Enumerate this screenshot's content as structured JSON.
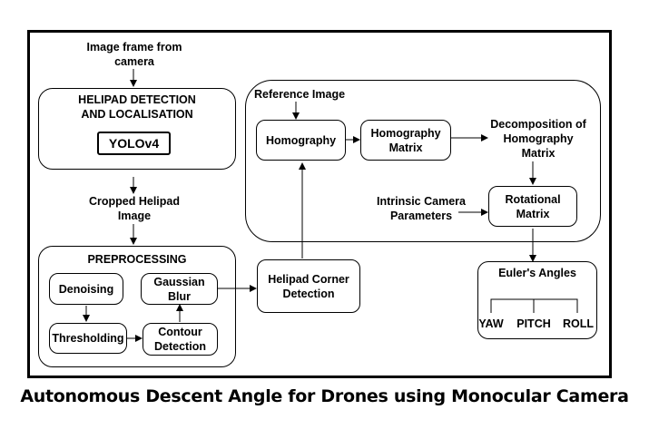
{
  "diagram": {
    "image_frame_label": "Image frame from camera",
    "helipad_group_title": "HELIPAD DETECTION AND LOCALISATION",
    "yolo": "YOLOv4",
    "cropped_label": "Cropped Helipad Image",
    "preprocessing_title": "PREPROCESSING",
    "denoising": "Denoising",
    "gaussian_blur": "Gaussian Blur",
    "thresholding": "Thresholding",
    "contour_detection": "Contour Detection",
    "corner_detection": "Helipad Corner Detection",
    "reference_image": "Reference Image",
    "homography": "Homography",
    "homography_matrix": "Homography Matrix",
    "decomposition": "Decomposition of Homography Matrix",
    "intrinsic": "Intrinsic Camera Parameters",
    "rotational_matrix": "Rotational Matrix",
    "euler_title": "Euler's Angles",
    "yaw": "YAW",
    "pitch": "PITCH",
    "roll": "ROLL"
  },
  "caption": "Autonomous Descent Angle for Drones using Monocular Camera"
}
